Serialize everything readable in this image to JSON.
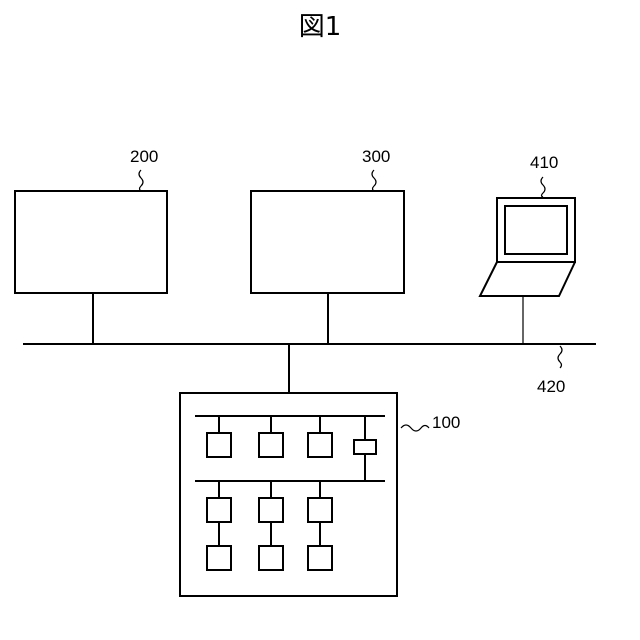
{
  "figure": {
    "title": "図1"
  },
  "labels": {
    "server_a": "200",
    "server_b": "300",
    "laptop": "410",
    "network": "420",
    "controller": "100"
  }
}
